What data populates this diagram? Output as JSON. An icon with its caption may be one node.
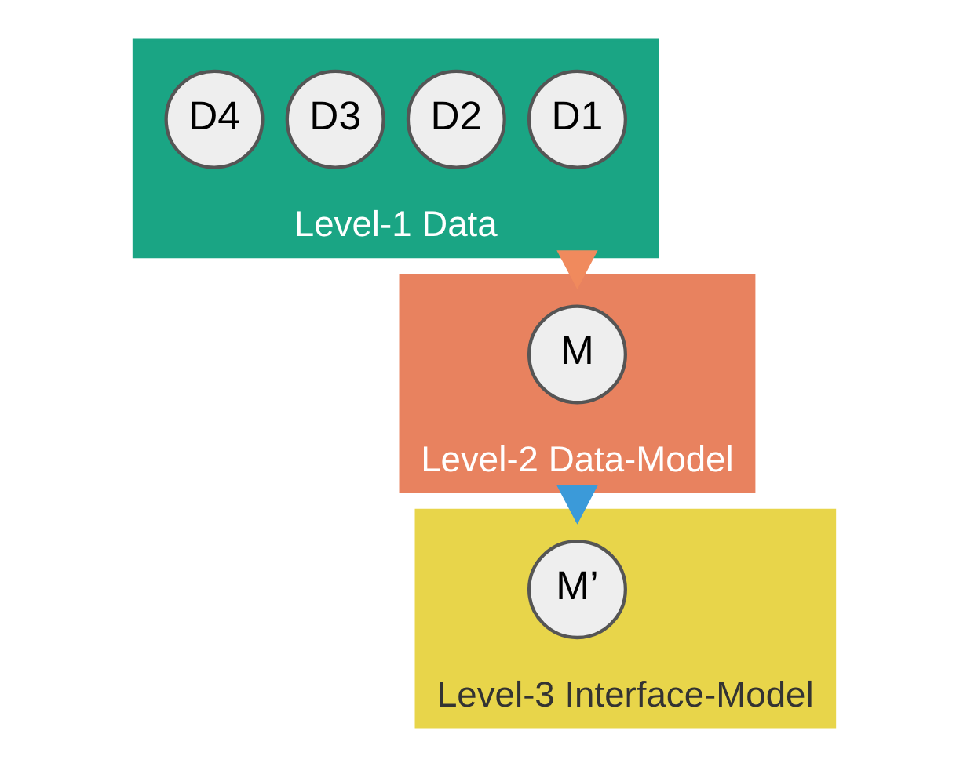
{
  "diagram": {
    "nodes": [
      {
        "text": [
          "Level-1 Data"
        ]
      },
      {
        "text": [
          "D1"
        ],
        "in": 0
      },
      {
        "text": [
          "D2"
        ],
        "in": 0
      },
      {
        "text": [
          "D3"
        ],
        "in": 0
      },
      {
        "text": [
          "D4"
        ],
        "in": 0
      },
      {
        "text": [
          "Level-2 Data-Model"
        ]
      },
      {
        "text": [
          "M"
        ],
        "in": 5
      },
      {
        "text": [
          "Level-3 Interface-Model"
        ]
      },
      {
        "text": [
          "M’"
        ],
        "in": 7
      }
    ],
    "edges": [
      {
        "from": 0,
        "to": 5,
        "arrow": "to",
        "style": "thick",
        "color": "#f08a5d"
      },
      {
        "from": 5,
        "to": 7,
        "arrow": "to",
        "style": "thick",
        "color": "#3b9ad9"
      }
    ]
  }
}
